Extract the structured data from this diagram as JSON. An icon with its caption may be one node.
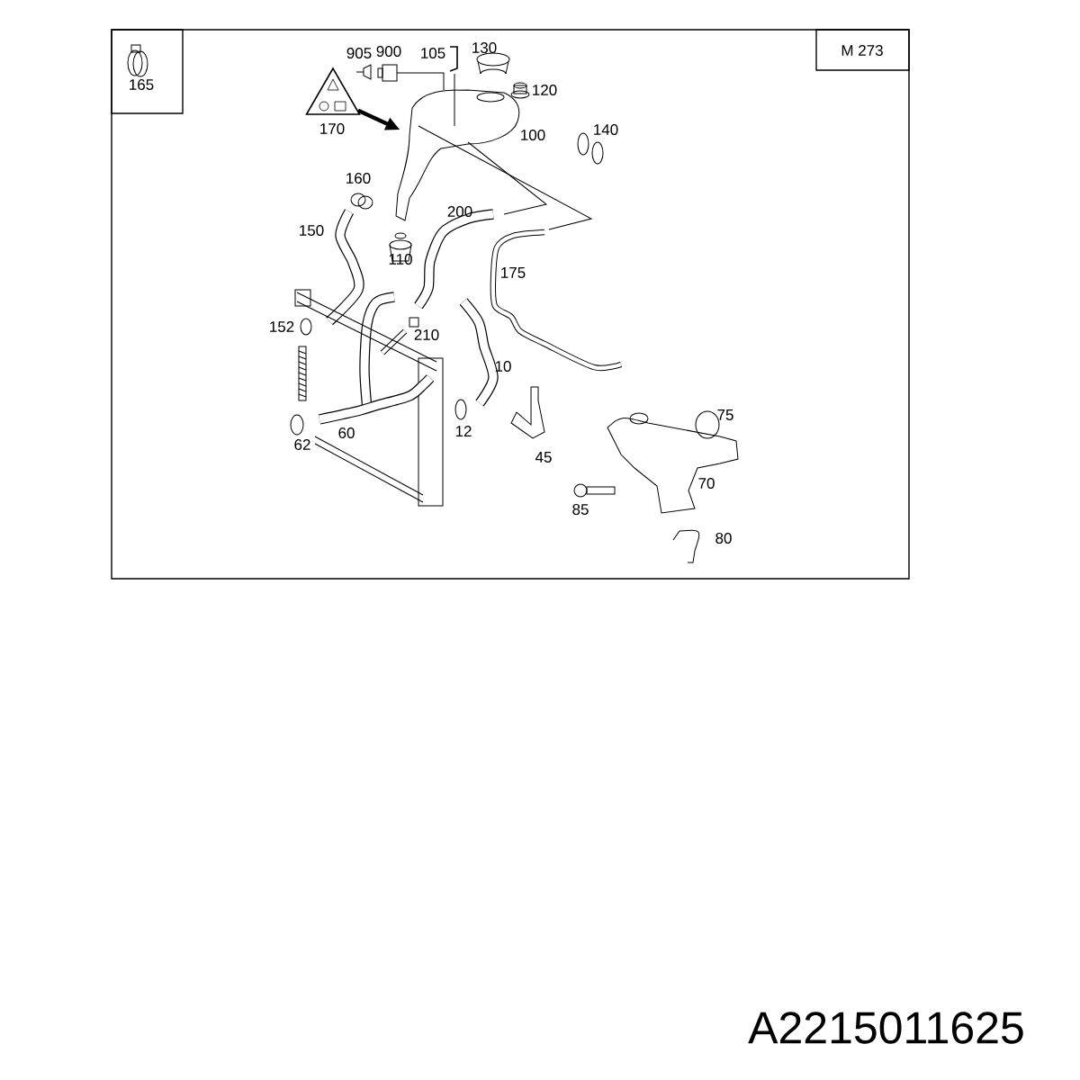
{
  "diagram": {
    "nodes": [
      {
        "text": [
          "165"
        ]
      },
      {
        "text": [
          "M 273"
        ]
      },
      {
        "text": [],
        "shape": "picture",
        "beside": [
          "170"
        ]
      },
      {
        "text": [],
        "shape": "picture",
        "beside": [
          "100"
        ]
      }
    ],
    "edges": [
      {
        "from": 2,
        "to": 3,
        "arrow": "to"
      }
    ],
    "labels": [
      "905",
      "900",
      "105",
      "130",
      "120",
      "140",
      "160",
      "200",
      "150",
      "110",
      "175",
      "152",
      "210",
      "10",
      "75",
      "60",
      "12",
      "62",
      "45",
      "70",
      "85",
      "80",
      "A2215011625"
    ]
  }
}
